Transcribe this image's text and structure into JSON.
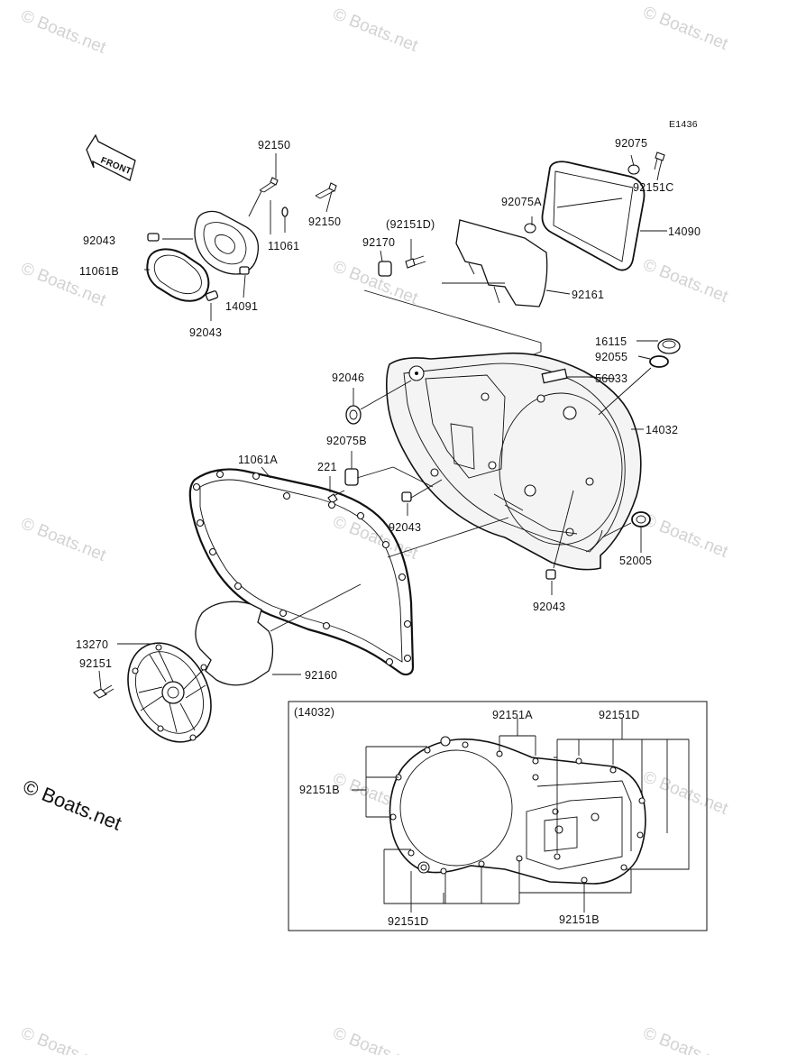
{
  "diagram_code": "E1436",
  "front_label": "FRONT",
  "watermark": "© Boats.net",
  "inset": {
    "title": "(14032)"
  },
  "labels": {
    "p92150_top": "92150",
    "p92150_right": "92150",
    "p92043_a": "92043",
    "p11061": "11061",
    "p11061b": "11061B",
    "p14091": "14091",
    "p92043_b": "92043",
    "p92075": "92075",
    "p92151c": "92151C",
    "p92075a": "92075A",
    "p14090": "14090",
    "p92151d_paren": "(92151D)",
    "p92170": "92170",
    "p92161": "92161",
    "p16115": "16115",
    "p92055": "92055",
    "p56033": "56033",
    "p92046": "92046",
    "p14032": "14032",
    "p92075b": "92075B",
    "p11061a": "11061A",
    "p221": "221",
    "p92043_c": "92043",
    "p52005": "52005",
    "p92043_d": "92043",
    "p13270": "13270",
    "p92151": "92151",
    "p92160": "92160",
    "in_92151a": "92151A",
    "in_92151d_top": "92151D",
    "in_92151b_left": "92151B",
    "in_92151d_bottom": "92151D",
    "in_92151b_bottom": "92151B"
  }
}
